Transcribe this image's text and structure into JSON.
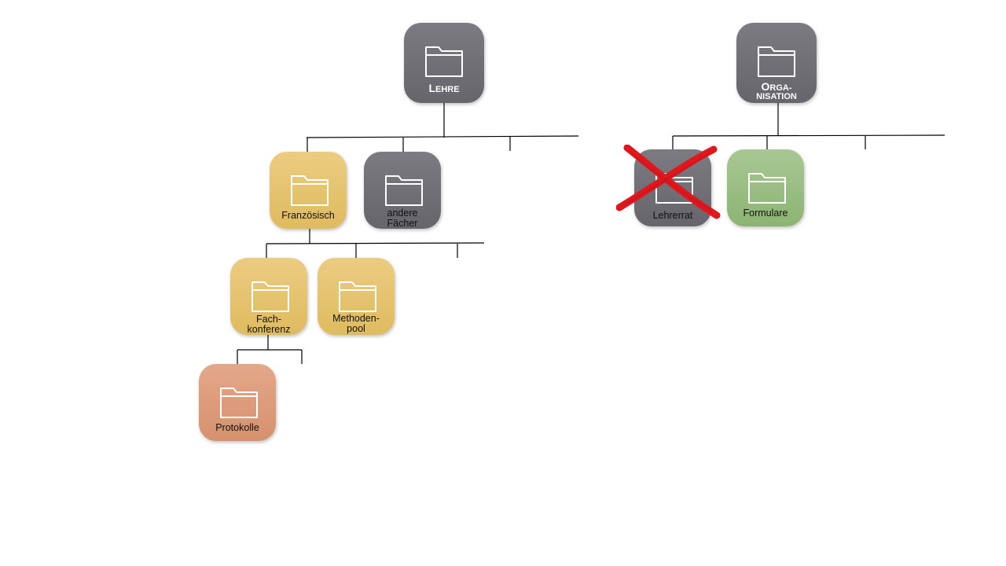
{
  "colors": {
    "grey": "#6f6e74",
    "yellow": "#e5c46c",
    "green": "#98bd80",
    "orange": "#dc9c7b",
    "line": "#000000",
    "cross": "#e0181e"
  },
  "nodes": {
    "lehre": {
      "label_first": "L",
      "label_rest": "EHRE",
      "icon": "folder-icon"
    },
    "organisation": {
      "line1_first": "O",
      "line1_rest": "RGA-",
      "line2": "NISATION",
      "icon": "folder-icon"
    },
    "franzoesisch": {
      "label": "Französisch",
      "icon": "folder-icon"
    },
    "andere_faecher": {
      "line1": "andere",
      "line2": "Fächer",
      "icon": "folder-icon"
    },
    "fachkonferenz": {
      "line1": "Fach-",
      "line2": "konferenz",
      "icon": "folder-icon"
    },
    "methodenpool": {
      "line1": "Methoden-",
      "line2": "pool",
      "icon": "folder-icon"
    },
    "protokolle": {
      "label": "Protokolle",
      "icon": "folder-icon"
    },
    "lehrerrat": {
      "label": "Lehrerrat",
      "icon": "folder-icon",
      "crossed_out": true
    },
    "formulare": {
      "label": "Formulare",
      "icon": "folder-icon"
    }
  }
}
